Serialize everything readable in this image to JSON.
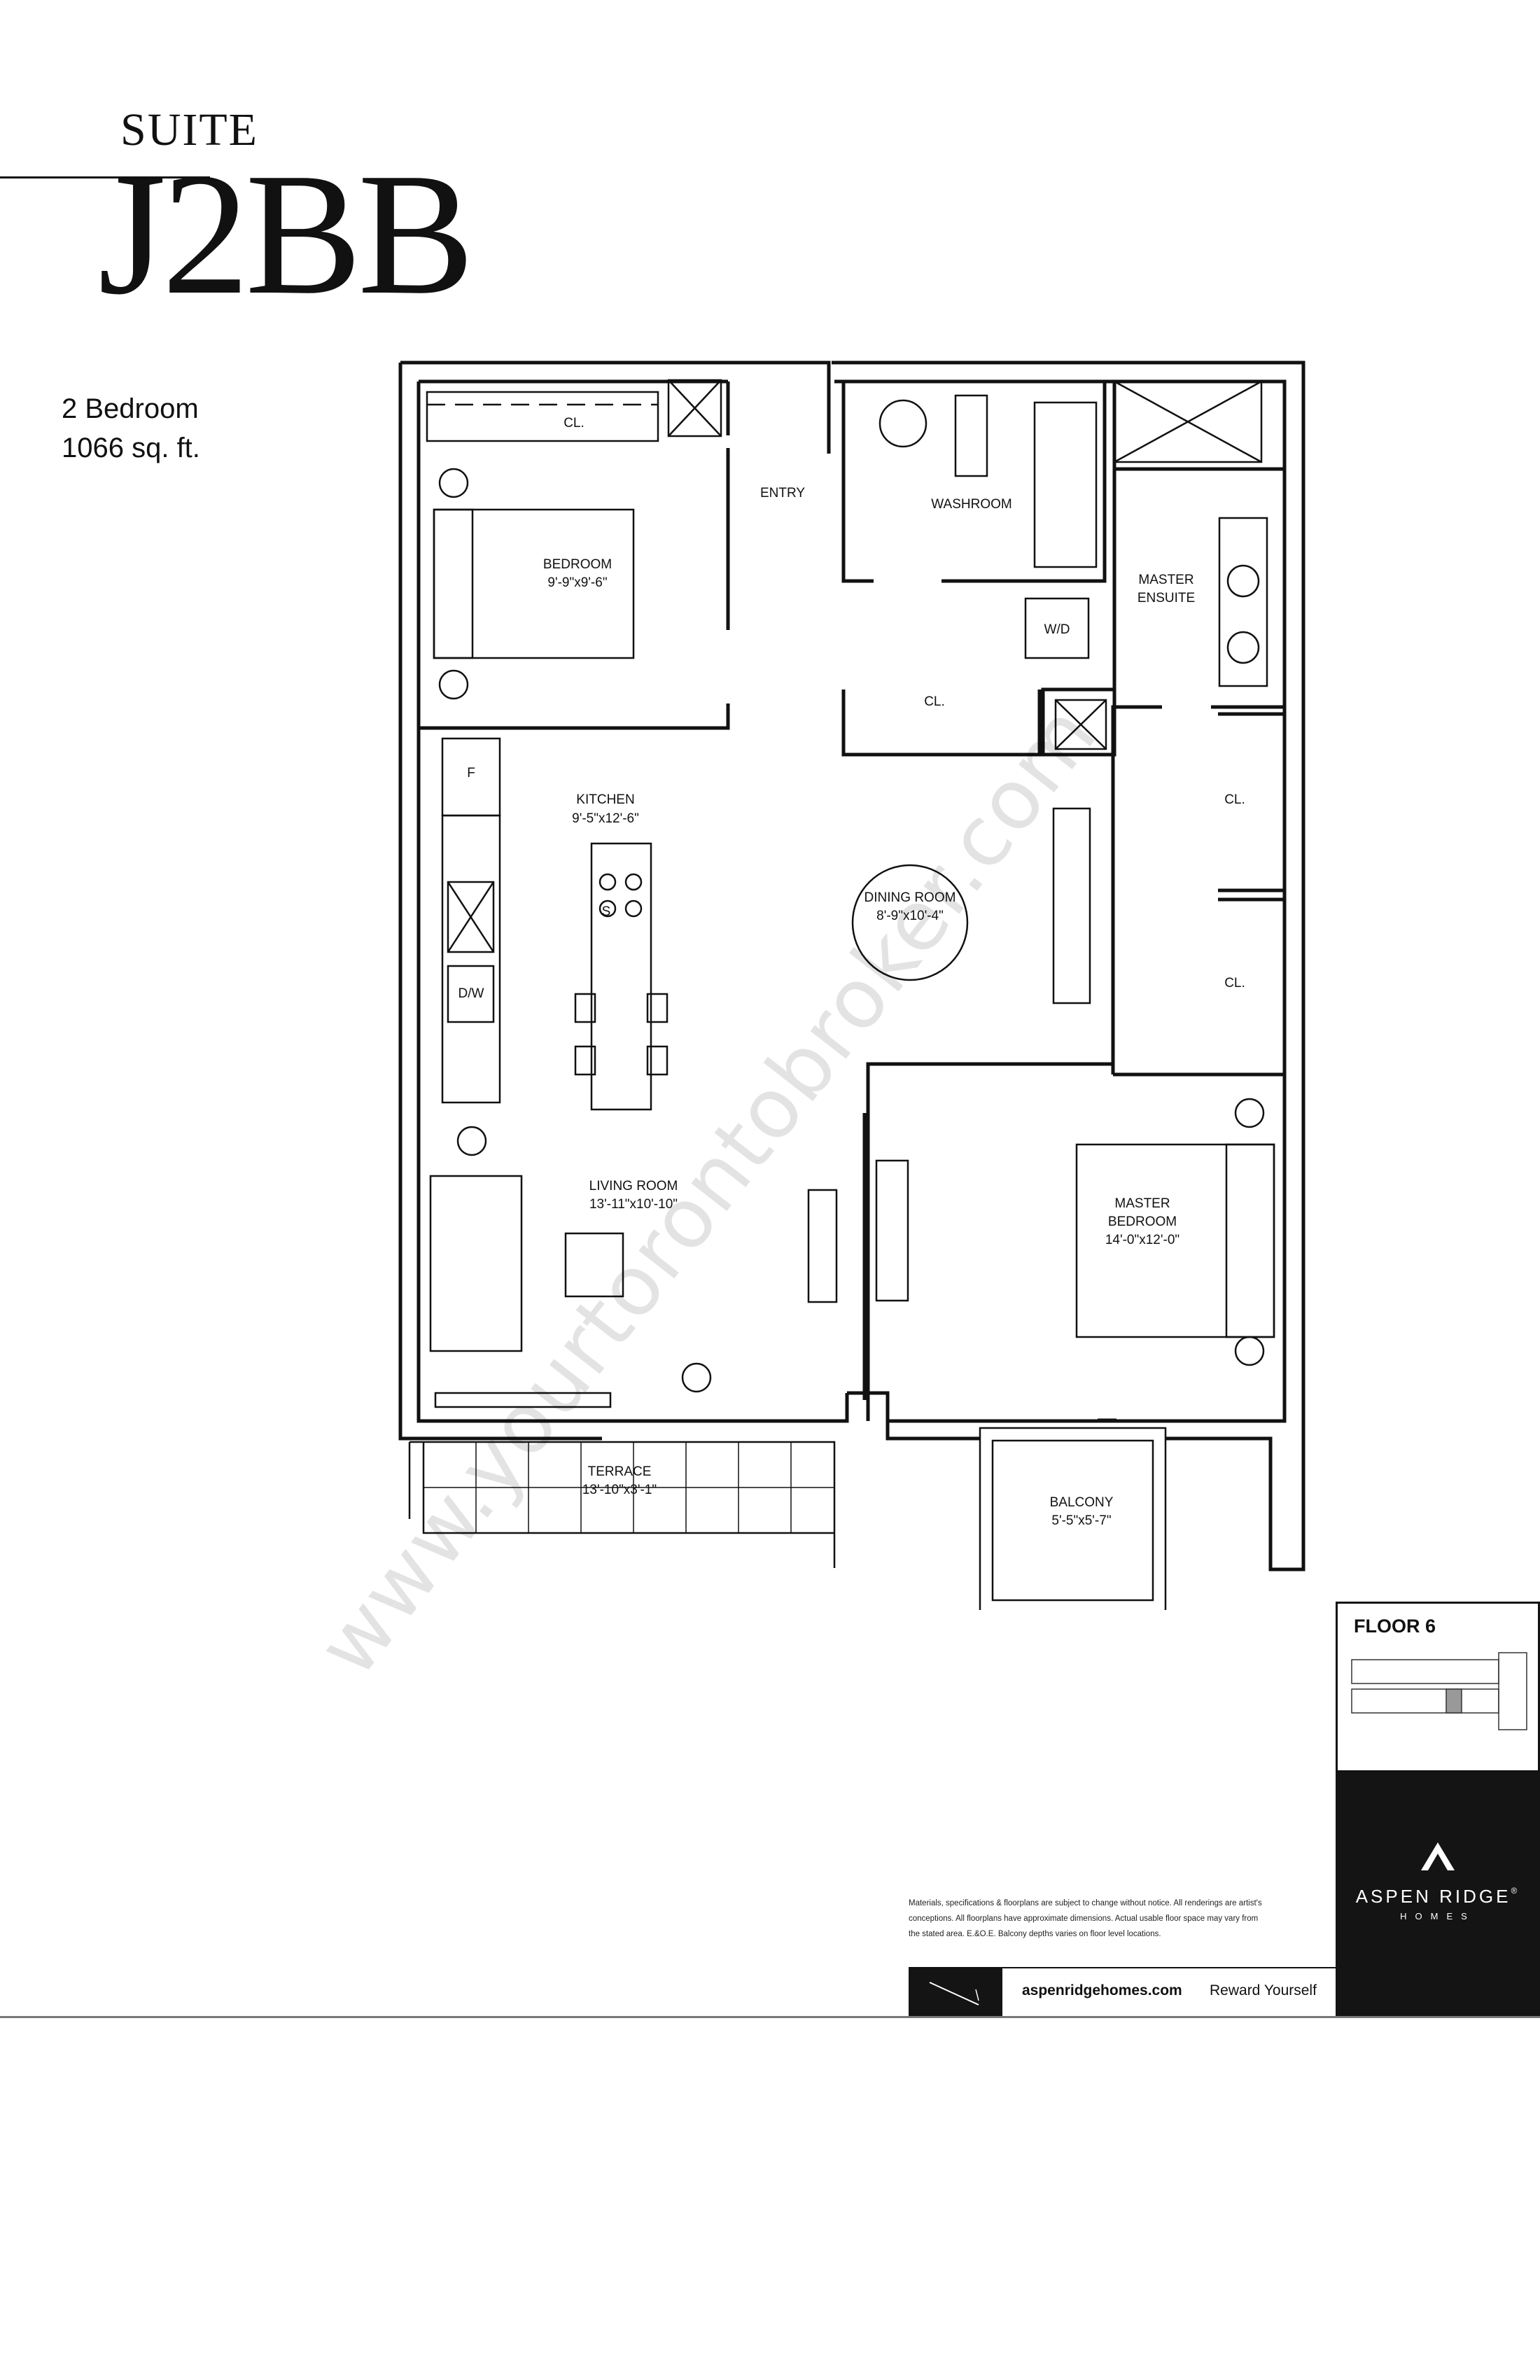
{
  "suite": {
    "label": "SUITE",
    "code": "J2BB",
    "type": "2 Bedroom",
    "area": "1066 sq. ft."
  },
  "rooms": {
    "bedroom": {
      "name": "BEDROOM",
      "size": "9'-9\"x9'-6\""
    },
    "kitchen": {
      "name": "KITCHEN",
      "size": "9'-5\"x12'-6\""
    },
    "dining": {
      "name": "DINING ROOM",
      "size": "8'-9\"x10'-4\""
    },
    "living": {
      "name": "LIVING ROOM",
      "size": "13'-11\"x10'-10\""
    },
    "master_bedroom": {
      "name1": "MASTER",
      "name2": "BEDROOM",
      "size": "14'-0\"x12'-0\""
    },
    "terrace": {
      "name": "TERRACE",
      "size": "13'-10\"x3'-1\""
    },
    "balcony": {
      "name": "BALCONY",
      "size": "5'-5\"x5'-7\""
    },
    "washroom": {
      "name": "WASHROOM"
    },
    "master_ensuite": {
      "name1": "MASTER",
      "name2": "ENSUITE"
    },
    "entry": {
      "name": "ENTRY"
    }
  },
  "fixtures": {
    "closet": "CL.",
    "washer_dryer": "W/D",
    "dishwasher": "D/W",
    "fridge": "F",
    "stove": "S"
  },
  "watermark": "www.yourtorontobroker.com",
  "keyplan": {
    "floor_label": "FLOOR 6"
  },
  "brand": {
    "name": "ASPEN RIDGE",
    "sub": "HOMES",
    "trademark": "®"
  },
  "disclaimer": [
    "Materials, specifications & floorplans are subject to change without notice. All renderings are artist's",
    "conceptions. All floorplans have approximate dimensions. Actual usable floor space may vary from",
    "the stated area. E.&O.E. Balcony depths varies on floor level locations."
  ],
  "footer": {
    "url": "aspenridgehomes.com",
    "tagline": "Reward Yourself"
  }
}
